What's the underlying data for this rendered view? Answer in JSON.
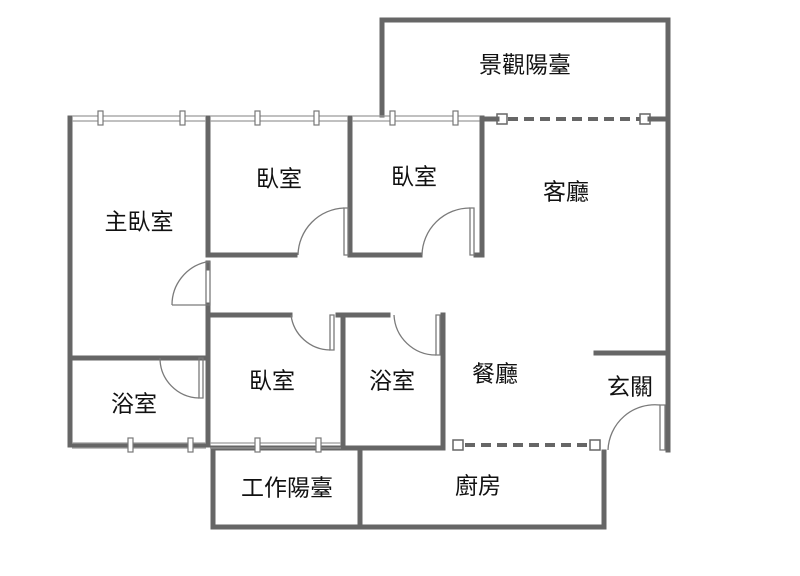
{
  "rooms": {
    "balcony_view": "景觀陽臺",
    "master_bedroom": "主臥室",
    "bedroom_a": "臥室",
    "bedroom_b": "臥室",
    "bedroom_c": "臥室",
    "living_room": "客廳",
    "bathroom_a": "浴室",
    "bathroom_b": "浴室",
    "dining_room": "餐廳",
    "entrance": "玄關",
    "work_balcony": "工作陽臺",
    "kitchen": "廚房"
  }
}
